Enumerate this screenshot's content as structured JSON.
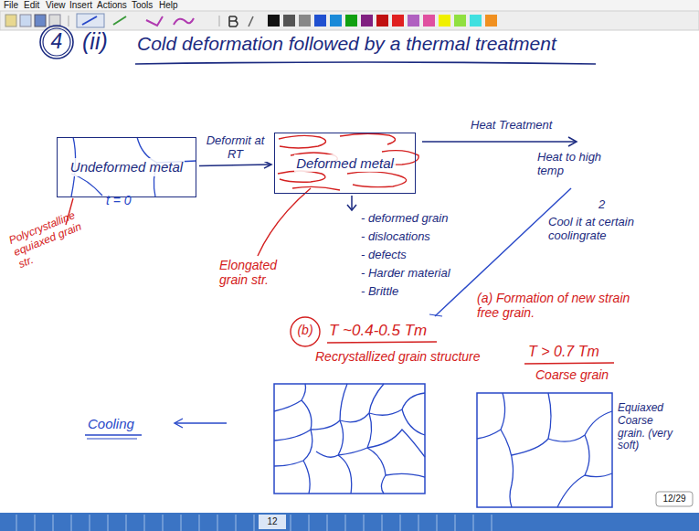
{
  "diagram": {
    "title": "Cold deformation followed by a thermal treatment",
    "nodes": [
      {
        "text": [
          "Undeformed metal"
        ]
      },
      {
        "text": [
          "Deformed metal"
        ]
      }
    ],
    "edges": [
      {
        "from": 0,
        "to": 1,
        "arrow": "to",
        "label": "Deformit at RT"
      }
    ],
    "labels": [
      "File",
      "Edit",
      "View",
      "Insert",
      "Actions",
      "Tools",
      "Help",
      "4",
      "(ii)",
      "Polycrystalline equiaxed grain str.",
      "t = 0",
      "Elongated grain str.",
      "- deformed grain",
      "- dislocations",
      "- defects",
      "- Harder material",
      "- Brittle",
      "Heat Treatment",
      "Heat to high temp",
      "2",
      "Cool it at certain coolingrate",
      "(a) Formation of new strain free grain.",
      "T > 0.7 Tm",
      "Coarse grain",
      "(b)",
      "T ~0.4-0.5 Tm",
      "Recrystallized grain structure",
      "Cooling",
      "Equiaxed Coarse grain. (very soft)",
      "12/29",
      "12"
    ]
  }
}
